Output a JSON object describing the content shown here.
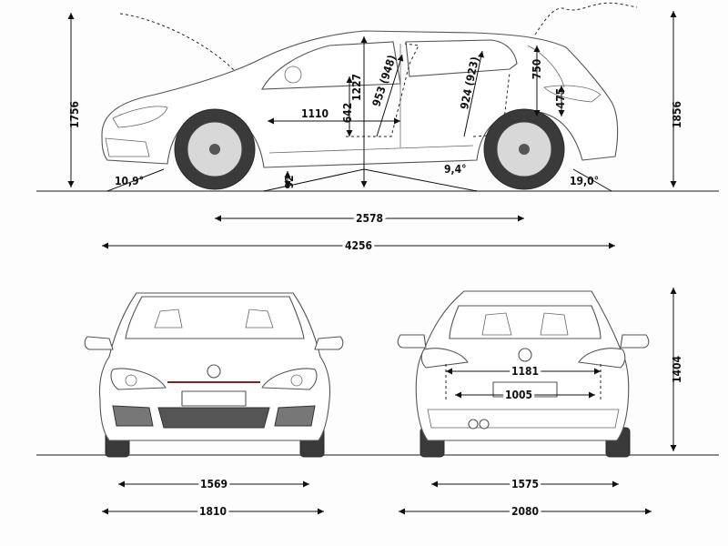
{
  "side_view": {
    "height_left": "1756",
    "height_right": "1856",
    "interior_length": "1110",
    "seat_height": "642",
    "headroom": "1227",
    "legroom_front": "953 (948)",
    "legroom_rear": "924 (923)",
    "boot_opening": "750",
    "boot_sill": "475",
    "ground_clearance": "92",
    "ramp_angle": "9,4°",
    "approach_angle": "10,9°",
    "departure_angle": "19,0°",
    "wheelbase": "2578",
    "overall_length": "4256"
  },
  "front_view": {
    "track_front": "1569",
    "width_body": "1810"
  },
  "rear_view": {
    "boot_width_top": "1181",
    "boot_width_bottom": "1005",
    "height": "1404",
    "track_rear": "1575",
    "width_mirrors": "2080"
  }
}
